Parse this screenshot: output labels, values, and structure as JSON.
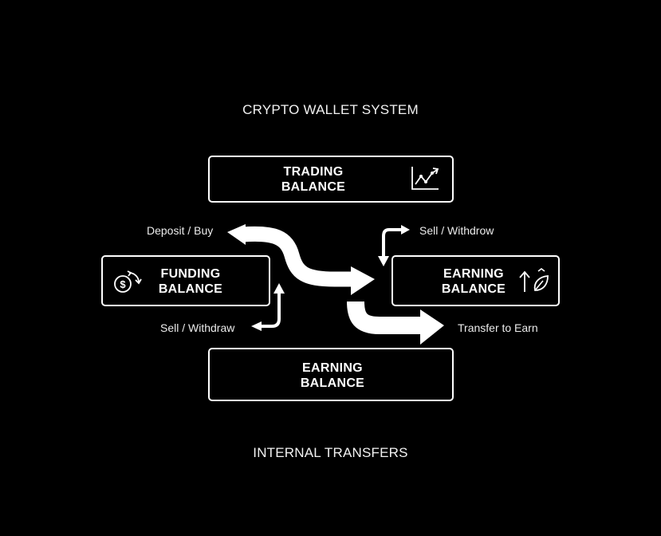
{
  "diagram": {
    "title": "CRYPTO WALLET SYSTEM",
    "footer": "INTERNAL TRANSFERS"
  },
  "boxes": {
    "trading": {
      "line1": "TRADING",
      "line2": "BALANCE",
      "icon": "chart-trend-icon"
    },
    "funding": {
      "line1": "FUNDING",
      "line2": "BALANCE",
      "icon": "dollar-exchange-icon"
    },
    "earning_right": {
      "line1": "EARNING",
      "line2": "BALANCE",
      "icon": "growth-leaf-icon"
    },
    "earning_bottom": {
      "line1": "EARNING",
      "line2": "BALANCE"
    }
  },
  "flows": {
    "deposit": "Deposit / Buy",
    "sell_right": "Sell / Withdrow",
    "sell_left": "Sell / Withdraw",
    "transfer": "Transfer to Earn"
  },
  "colors": {
    "background": "#000000",
    "foreground": "#ffffff"
  }
}
